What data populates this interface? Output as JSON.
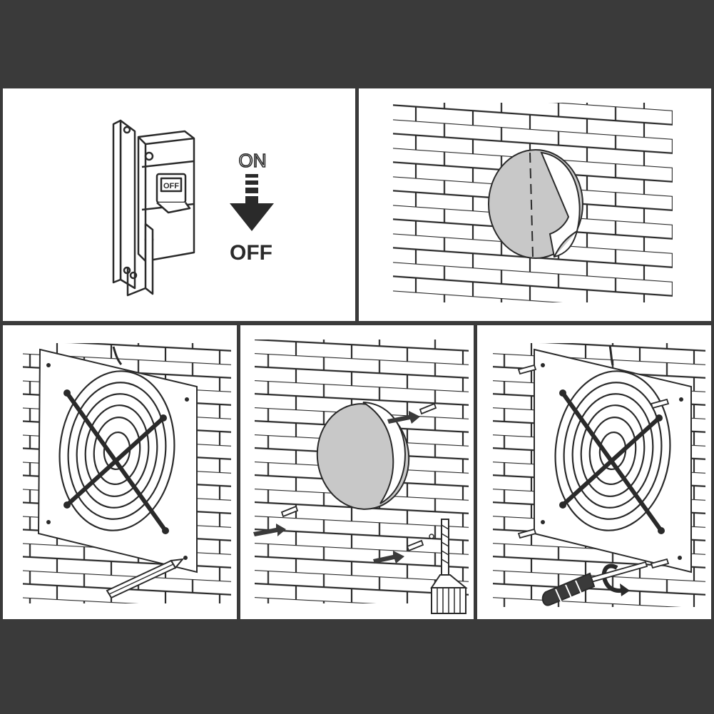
{
  "steps": [
    {
      "id": "step-1",
      "switch_label": "OFF",
      "state_on": "ON",
      "state_off": "OFF"
    },
    {
      "id": "step-2"
    },
    {
      "id": "step-3"
    },
    {
      "id": "step-4"
    },
    {
      "id": "step-5"
    }
  ],
  "colors": {
    "background": "#3a3a3a",
    "panel": "#ffffff",
    "line": "#2a2a2a",
    "gray_fill": "#c8c8c8"
  },
  "icons": [
    "circuit-breaker-icon",
    "arrow-down-icon",
    "pencil-icon",
    "drill-icon",
    "screwdriver-icon",
    "wall-plug-icon",
    "fan-guard-icon",
    "template-icon"
  ]
}
